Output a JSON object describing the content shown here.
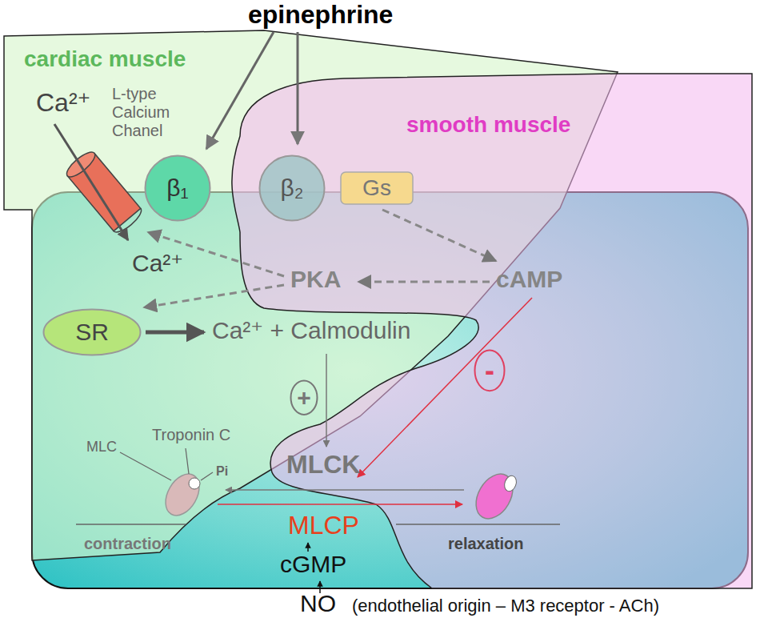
{
  "diagram": {
    "title": "epinephrine",
    "nodes": [
      {
        "text": [
          "cardiac muscle"
        ]
      },
      {
        "text": [
          "β₁"
        ],
        "in": 0
      },
      {
        "text": [
          "SR"
        ],
        "in": 0
      },
      {
        "text": [
          "smooth muscle"
        ]
      },
      {
        "text": [
          "β₂"
        ],
        "in": 3
      },
      {
        "text": [
          "Gs"
        ],
        "in": 3
      },
      {
        "text": [
          "+"
        ]
      },
      {
        "text": [
          "-"
        ],
        "in": 3
      }
    ],
    "labels": [
      "Ca²⁺",
      "L-type Calcium Chanel",
      "Ca²⁺",
      "PKA",
      "cAMP",
      "Ca²⁺ + Calmodulin",
      "MLC",
      "Troponin C",
      "Pi",
      "MLCK",
      "MLCP",
      "cGMP",
      "NO",
      "(endothelial origin – M3 receptor - ACh)",
      "contraction",
      "relaxation"
    ]
  }
}
